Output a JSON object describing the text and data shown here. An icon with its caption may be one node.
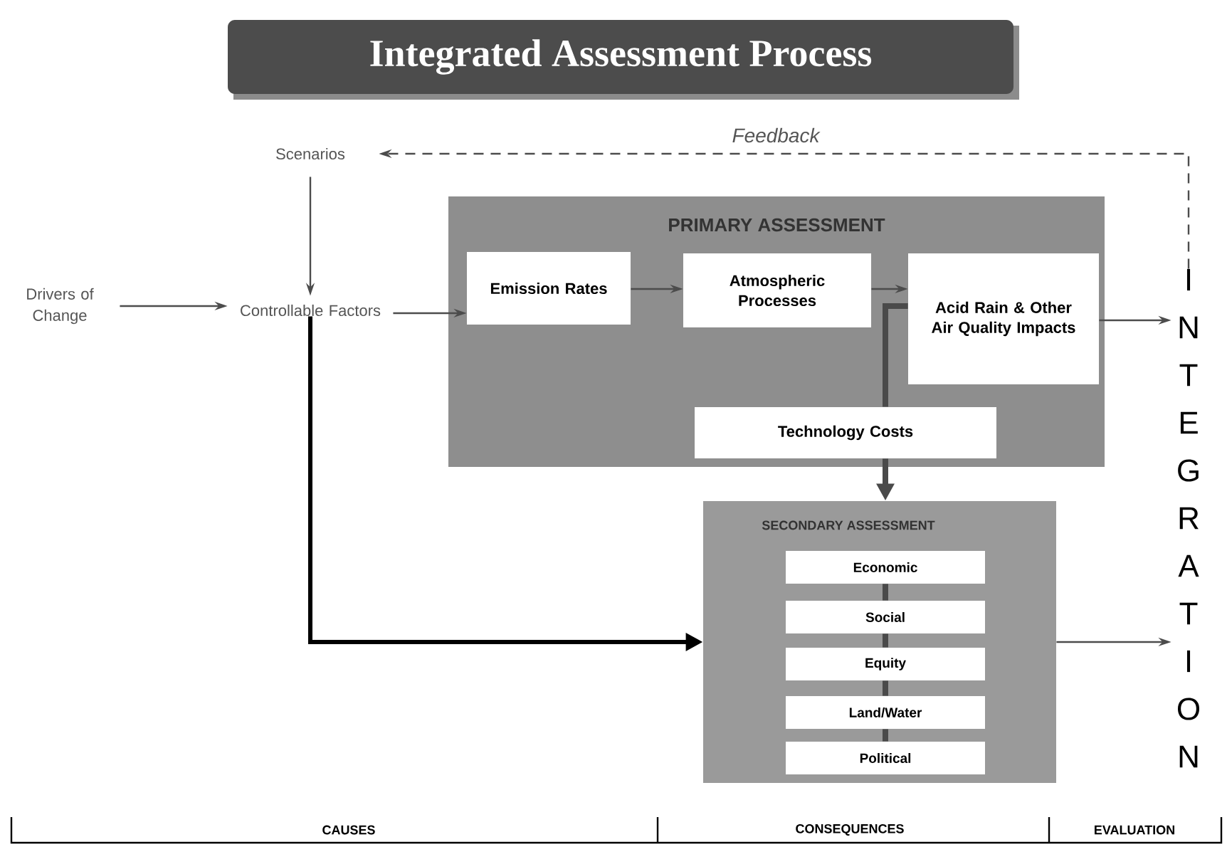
{
  "diagram": {
    "title": "Integrated Assessment Process",
    "nodes": [
      {
        "text": [
          "Scenarios"
        ]
      },
      {
        "text": [
          "Drivers of Change"
        ]
      },
      {
        "text": [
          "Controllable Factors"
        ]
      },
      {
        "text": [
          "PRIMARY ASSESSMENT"
        ]
      },
      {
        "text": [
          "Emission Rates"
        ],
        "in": 3
      },
      {
        "text": [
          "Atmospheric Processes"
        ],
        "in": 3
      },
      {
        "text": [
          "Acid Rain & Other Air Quality Impacts"
        ],
        "in": 3
      },
      {
        "text": [
          "Technology Costs"
        ],
        "in": 3
      },
      {
        "text": [
          "SECONDARY ASSESSMENT"
        ]
      },
      {
        "text": [
          "Economic"
        ],
        "in": 8
      },
      {
        "text": [
          "Social"
        ],
        "in": 8
      },
      {
        "text": [
          "Equity"
        ],
        "in": 8
      },
      {
        "text": [
          "Land/Water"
        ],
        "in": 8
      },
      {
        "text": [
          "Political"
        ],
        "in": 8
      },
      {
        "text": [
          "INTEGRATION"
        ]
      }
    ],
    "edges": [
      {
        "from": 14,
        "to": 0,
        "arrow": "to",
        "label": "Feedback",
        "style": "dashed"
      },
      {
        "from": 0,
        "to": 2,
        "arrow": "to"
      },
      {
        "from": 1,
        "to": 2,
        "arrow": "to"
      },
      {
        "from": 2,
        "to": 4,
        "arrow": "to"
      },
      {
        "from": 4,
        "to": 5,
        "arrow": "to"
      },
      {
        "from": 5,
        "to": 6,
        "arrow": "to"
      },
      {
        "from": 6,
        "to": 14,
        "arrow": "to"
      },
      {
        "from": 2,
        "to": 8,
        "arrow": "to",
        "style": "thick",
        "color": "#000000"
      },
      {
        "from": 6,
        "to": 7,
        "arrow": "none",
        "style": "thick"
      },
      {
        "from": 7,
        "to": 8,
        "arrow": "to",
        "style": "thick"
      },
      {
        "from": 9,
        "to": 10,
        "arrow": "none",
        "style": "thick"
      },
      {
        "from": 10,
        "to": 11,
        "arrow": "none",
        "style": "thick"
      },
      {
        "from": 11,
        "to": 12,
        "arrow": "none",
        "style": "thick"
      },
      {
        "from": 12,
        "to": 13,
        "arrow": "none",
        "style": "thick"
      },
      {
        "from": 8,
        "to": 14,
        "arrow": "to"
      }
    ],
    "labels": [
      "CAUSES",
      "CONSEQUENCES",
      "EVALUATION"
    ]
  }
}
